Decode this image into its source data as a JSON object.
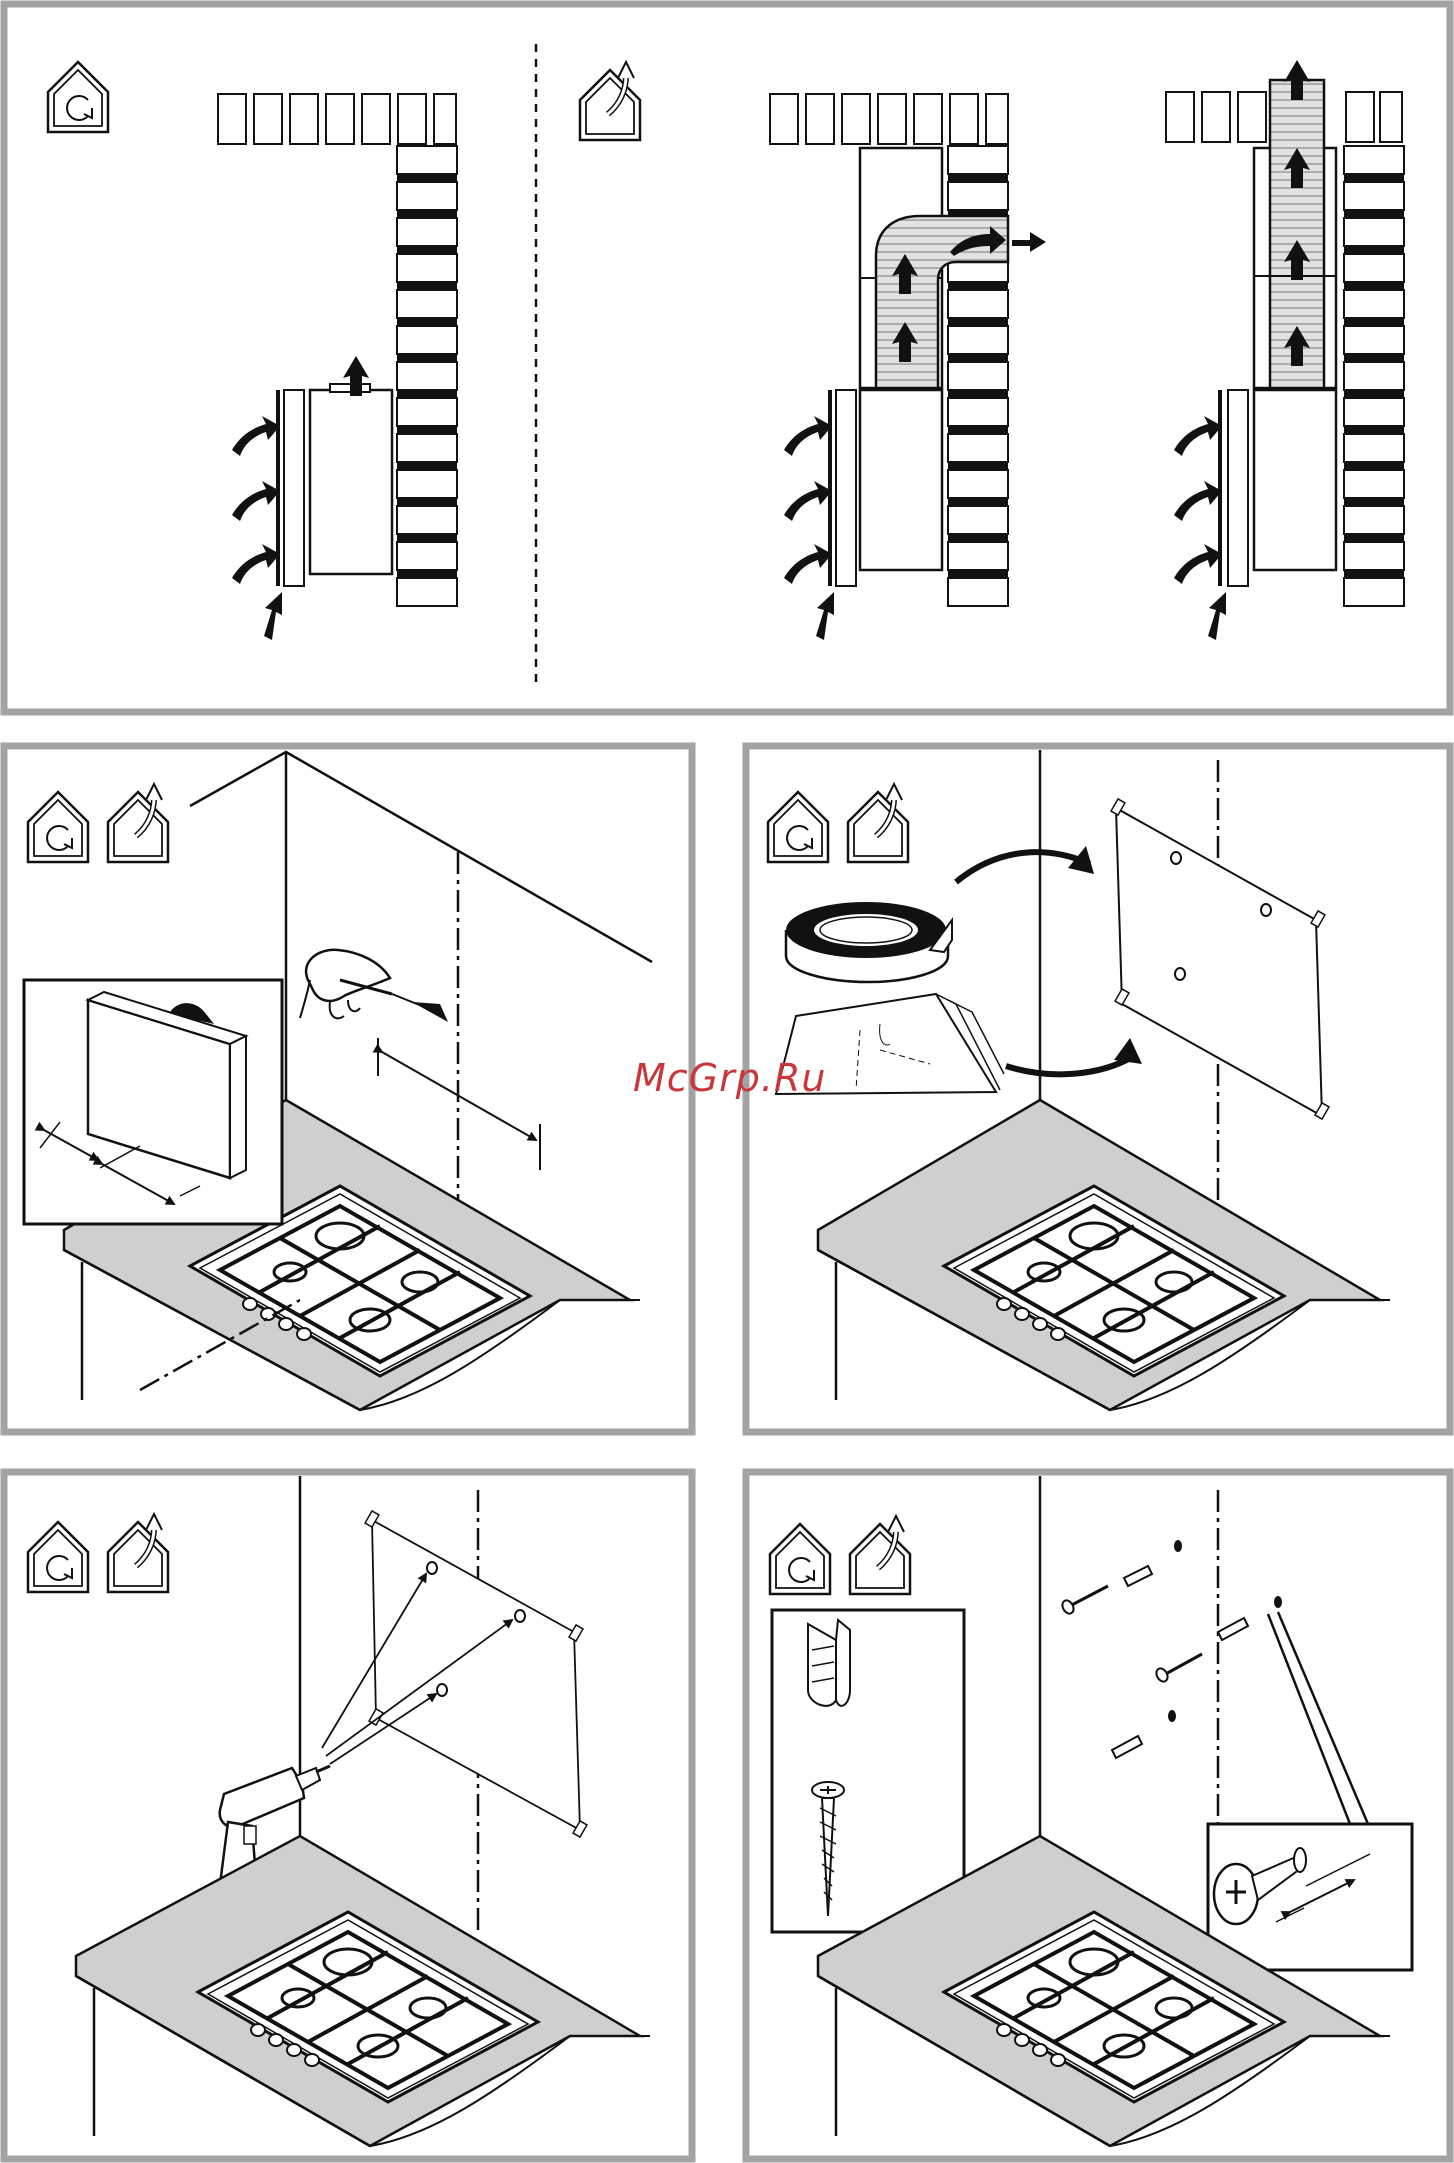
{
  "watermark": {
    "text": "McGrp.Ru",
    "color": "#c8373a"
  },
  "colors": {
    "frame": "#a3a3a3",
    "ink": "#111111",
    "counter": "#cfcfcf",
    "duct": "#d9d9d9"
  },
  "panels": [
    {
      "id": "panel-modes",
      "icons": [
        "recirculation-mode-icon",
        "extraction-mode-icon"
      ]
    },
    {
      "id": "panel-mark-wall",
      "icons": [
        "recirculation-mode-icon",
        "extraction-mode-icon"
      ]
    },
    {
      "id": "panel-template",
      "icons": [
        "recirculation-mode-icon",
        "extraction-mode-icon"
      ]
    },
    {
      "id": "panel-drill",
      "icons": [
        "recirculation-mode-icon",
        "extraction-mode-icon"
      ]
    },
    {
      "id": "panel-fixings",
      "icons": [
        "recirculation-mode-icon",
        "extraction-mode-icon"
      ]
    }
  ]
}
